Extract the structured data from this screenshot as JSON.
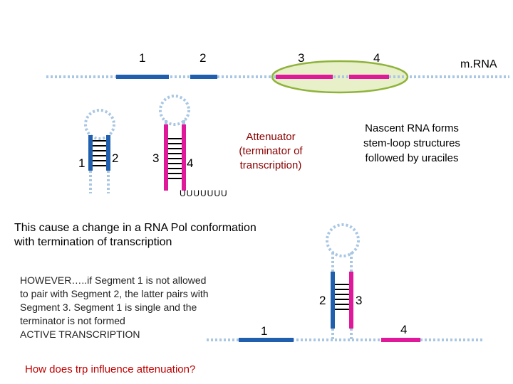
{
  "colors": {
    "segment_blue": "#1f5fad",
    "segment_pink": "#e0189a",
    "backbone": "#a9c7e3",
    "ellipse_fill": "#e7f0c9",
    "ellipse_stroke": "#8fb33a",
    "attenuator_text": "#8b0000",
    "question_text": "#c00000"
  },
  "mrna": {
    "segment_labels": [
      "1",
      "2",
      "3",
      "4"
    ],
    "label": "m.RNA"
  },
  "hairpin_12": {
    "left_label": "1",
    "right_label": "2"
  },
  "hairpin_34": {
    "left_label": "3",
    "right_label": "4",
    "tail": "UUUUUUU"
  },
  "attenuator_text": "Attenuator\n(terminator of\ntranscription)",
  "nascent_text": "Nascent RNA forms\nstem-loop structures\nfollowed by uraciles",
  "cause_text": "This cause a change in a RNA Pol conformation\nwith termination of transcription",
  "however_text": "HOWEVER…..if Segment 1 is not allowed\nto pair with Segment 2, the latter pairs with\nSegment 3. Segment 1 is single and the\nterminator is not formed\nACTIVE TRANSCRIPTION",
  "antiterminator": {
    "label_1": "1",
    "label_2": "2",
    "label_3": "3",
    "label_4": "4"
  },
  "question": "How does trp influence attenuation?"
}
